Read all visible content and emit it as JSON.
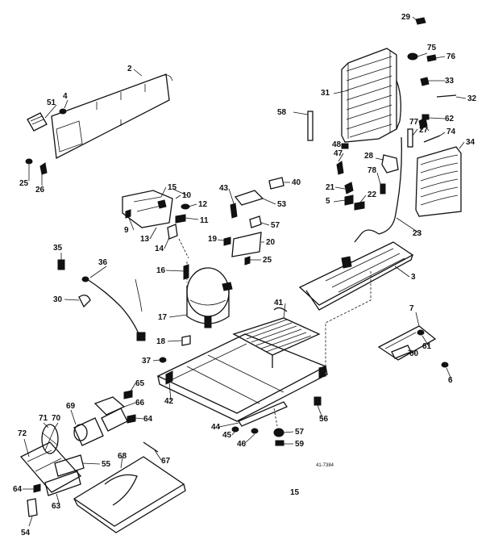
{
  "diagram": {
    "callouts": [
      "29",
      "75",
      "76",
      "33",
      "31",
      "32",
      "62",
      "58",
      "77",
      "27",
      "74",
      "34",
      "48",
      "47",
      "28",
      "78",
      "21",
      "22",
      "5",
      "23",
      "3",
      "2",
      "4",
      "51",
      "25",
      "26",
      "15",
      "10",
      "12",
      "11",
      "9",
      "13",
      "14",
      "43",
      "53",
      "40",
      "57",
      "19",
      "20",
      "25",
      "35",
      "36",
      "16",
      "30",
      "17",
      "18",
      "37",
      "41",
      "7",
      "61",
      "60",
      "6",
      "65",
      "66",
      "42",
      "69",
      "64",
      "56",
      "71",
      "70",
      "72",
      "55",
      "67",
      "68",
      "44",
      "45",
      "46",
      "57",
      "59",
      "64",
      "63",
      "54"
    ],
    "drawing_code": "41-7384",
    "page_number": "15"
  }
}
